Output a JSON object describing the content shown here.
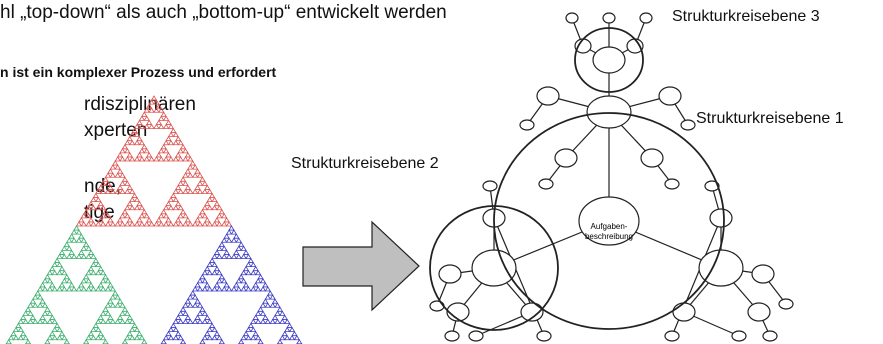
{
  "text": {
    "top_line": "hl „top-down“ als auch „bottom-up“ entwickelt werden",
    "bold_line": "n ist ein komplexer Prozess und erfordert",
    "side_lines": [
      "rdisziplinären",
      "xperten",
      "nde,",
      "tige"
    ]
  },
  "diagram": {
    "labels": {
      "level3": "Strukturkreisebene 3",
      "level1": "Strukturkreisebene 1",
      "level2": "Strukturkreisebene 2",
      "center_line1": "Aufgaben-",
      "center_line2": "beschreibung"
    },
    "colors": {
      "top_triangle": "#d9534f",
      "left_triangle": "#3cae6e",
      "right_triangle": "#3b3bc4",
      "arrow_fill": "#bfbfbf",
      "stroke": "#222222"
    }
  }
}
